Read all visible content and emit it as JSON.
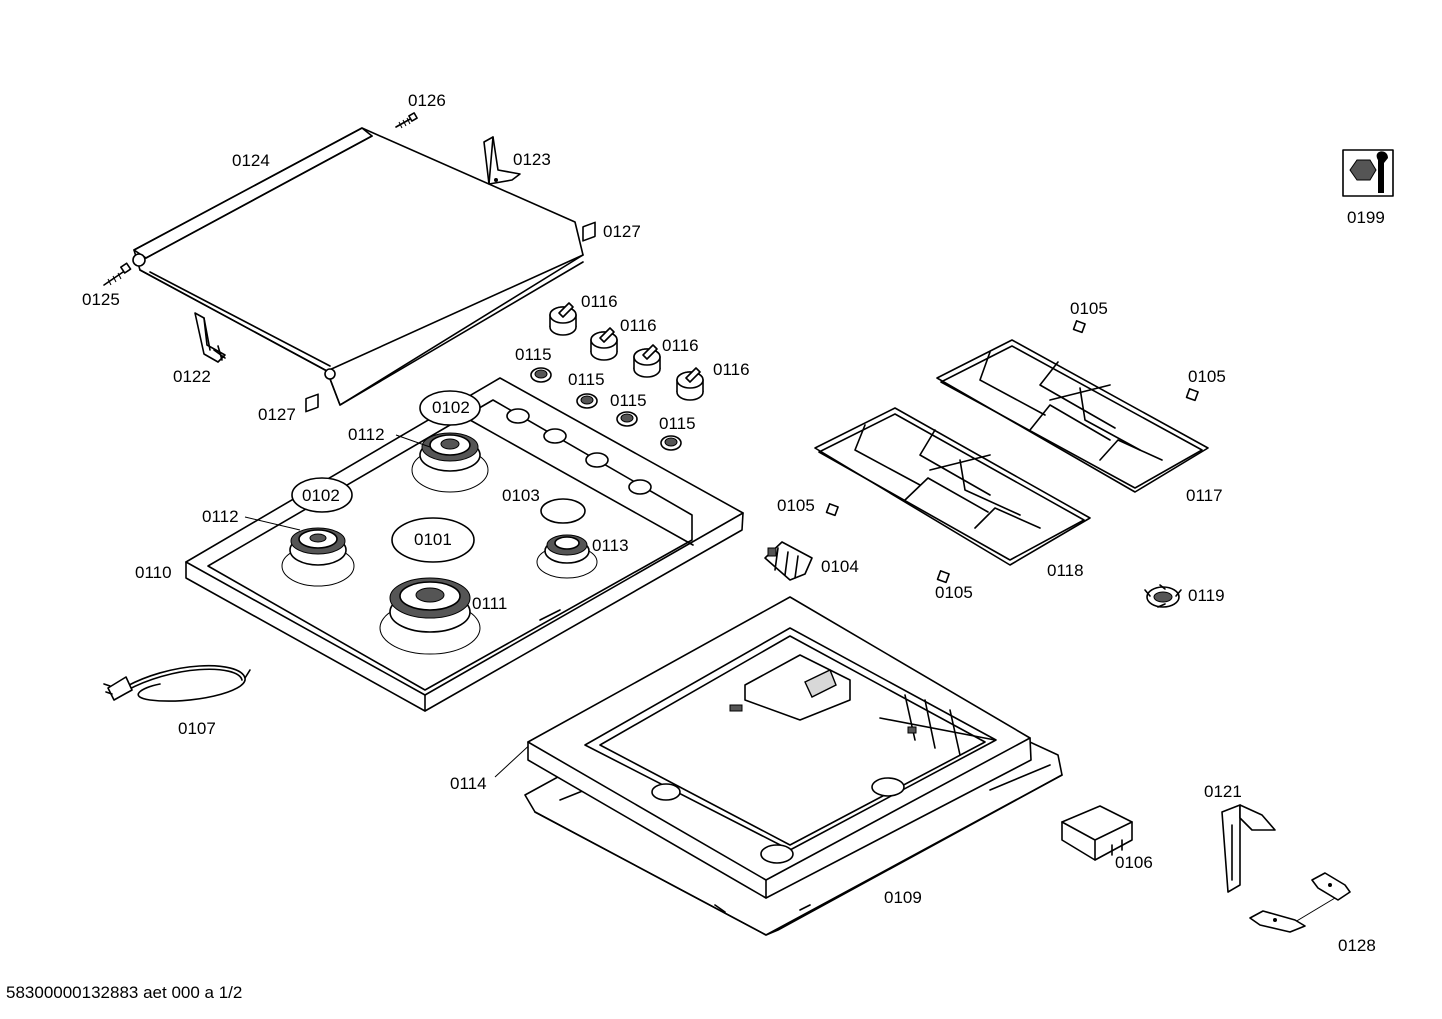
{
  "footer": "58300000132883 aet 000 a 1/2",
  "labels": {
    "l0126": "0126",
    "l0124": "0124",
    "l0123": "0123",
    "l0127a": "0127",
    "l0125": "0125",
    "l0122": "0122",
    "l0127b": "0127",
    "l0116a": "0116",
    "l0116b": "0116",
    "l0116c": "0116",
    "l0116d": "0116",
    "l0115a": "0115",
    "l0115b": "0115",
    "l0115c": "0115",
    "l0115d": "0115",
    "l0102a": "0102",
    "l0102b": "0102",
    "l0112a": "0112",
    "l0112b": "0112",
    "l0103": "0103",
    "l0101": "0101",
    "l0113": "0113",
    "l0110": "0110",
    "l0111": "0111",
    "l0107": "0107",
    "l0105a": "0105",
    "l0105b": "0105",
    "l0105c": "0105",
    "l0105d": "0105",
    "l0117": "0117",
    "l0118": "0118",
    "l0104": "0104",
    "l0119": "0119",
    "l0114": "0114",
    "l0109": "0109",
    "l0106": "0106",
    "l0121": "0121",
    "l0128": "0128",
    "l0199": "0199"
  },
  "icons": {
    "service_tools": "wrench-nut-icon"
  }
}
